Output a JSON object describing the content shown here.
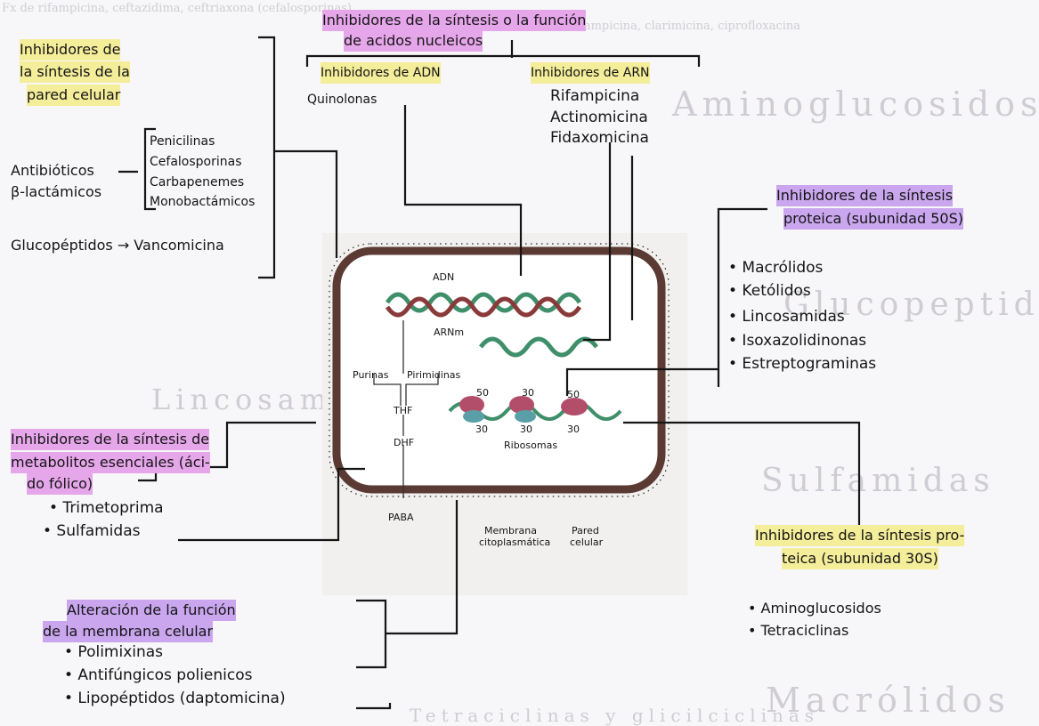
{
  "background_notes": {
    "top_left": "Fx de rifampicina, ceftazidima, ceftriaxona (cefalosporinas)",
    "line2": "Fx de rifampicina, clarimicina, ciprofloxacina",
    "heading_aminoglucosidos": "Aminoglucosidos",
    "heading_glucopeptidos": "Glucopeptidos",
    "heading_lincosamidas": "Lincosamidas",
    "heading_sulfamidas": "Sulfamidas",
    "heading_macrolidos": "Macrólidos",
    "heading_tetraciclinas": "Tetraciclinas y glicilciclinas"
  },
  "nucleic": {
    "title_1": "Inhibidores de la síntesis o la función",
    "title_2": "de acidos nucleicos",
    "adn_label": "Inhibidores de ADN",
    "adn_drugs": [
      "Quinolonas"
    ],
    "arn_label": "Inhibidores de ARN",
    "arn_drugs": [
      "Rifampicina",
      "Actinomicina",
      "Fidaxomicina"
    ]
  },
  "cellwall": {
    "title_1": "Inhibidores de",
    "title_2": "la síntesis de la",
    "title_3": "pared celular",
    "betalactam_1": "Antibióticos",
    "betalactam_2": "β-lactámicos",
    "betalactam_drugs": [
      "Penicilinas",
      "Cefalosporinas",
      "Carbapenemes",
      "Monobactámicos"
    ],
    "glyco": "Glucopéptidos → Vancomicina"
  },
  "protein50": {
    "title_1": "Inhibidores de la síntesis",
    "title_2": "proteica (subunidad 50S)",
    "drugs": [
      "• Macrólidos",
      "• Ketólidos",
      "• Lincosamidas",
      "• Isoxazolidinonas",
      "• Estreptograminas"
    ]
  },
  "folate": {
    "title_1": "Inhibidores de la síntesis de",
    "title_2": "metabolitos esenciales (áci-",
    "title_3": "do fólico)",
    "drugs": [
      "• Trimetoprima",
      "• Sulfamidas"
    ]
  },
  "protein30": {
    "title_1": "Inhibidores de la síntesis pro-",
    "title_2": "teica (subunidad 30S)",
    "drugs": [
      "• Aminoglucosidos",
      "• Tetraciclinas"
    ]
  },
  "membrane": {
    "title_1": "Alteración de la función",
    "title_2": "de la membrana celular",
    "drugs": [
      "• Polimixinas",
      "• Antifúngicos polienicos",
      "• Lipopéptidos (daptomicina)"
    ]
  },
  "cell": {
    "adn": "ADN",
    "arnm": "ARNm",
    "purinas": "Purinas",
    "pirimidinas": "Pirimidinas",
    "thf": "THF",
    "dhf": "DHF",
    "paba": "PABA",
    "s50a": "50",
    "s30a": "30",
    "s50b": "50",
    "s30b": "30",
    "s30c": "30",
    "s30d": "30",
    "ribosomas": "Ribosomas",
    "membrana_1": "Membrana",
    "membrana_2": "citoplasmática",
    "pared_1": "Pared",
    "pared_2": "celular"
  },
  "colors": {
    "ink": "#151515",
    "highlight_yellow": "#f4ed9a",
    "highlight_pink": "#e6a6ea",
    "highlight_violet": "#c9a6ee",
    "cell_wall": "#5a3a32",
    "dna_green": "#3f8f6a",
    "dna_red": "#8a3a3a"
  }
}
